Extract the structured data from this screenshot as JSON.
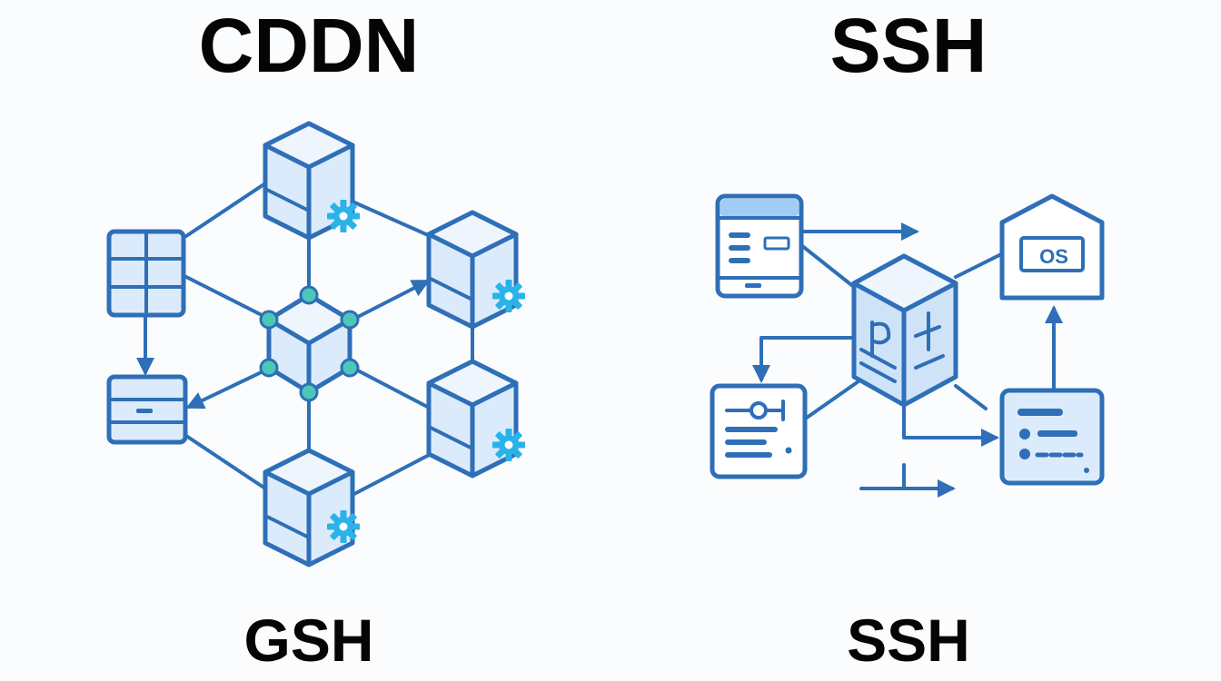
{
  "left": {
    "title": "CDDN",
    "subtitle": "GSH"
  },
  "right": {
    "title": "SSH",
    "subtitle": "SSH",
    "os_label": "OS"
  },
  "colors": {
    "stroke": "#2e6fb7",
    "fill_light": "#dcebfb",
    "node_teal": "#4cc8b8",
    "gear": "#2ab3e8",
    "text": "#050505"
  }
}
